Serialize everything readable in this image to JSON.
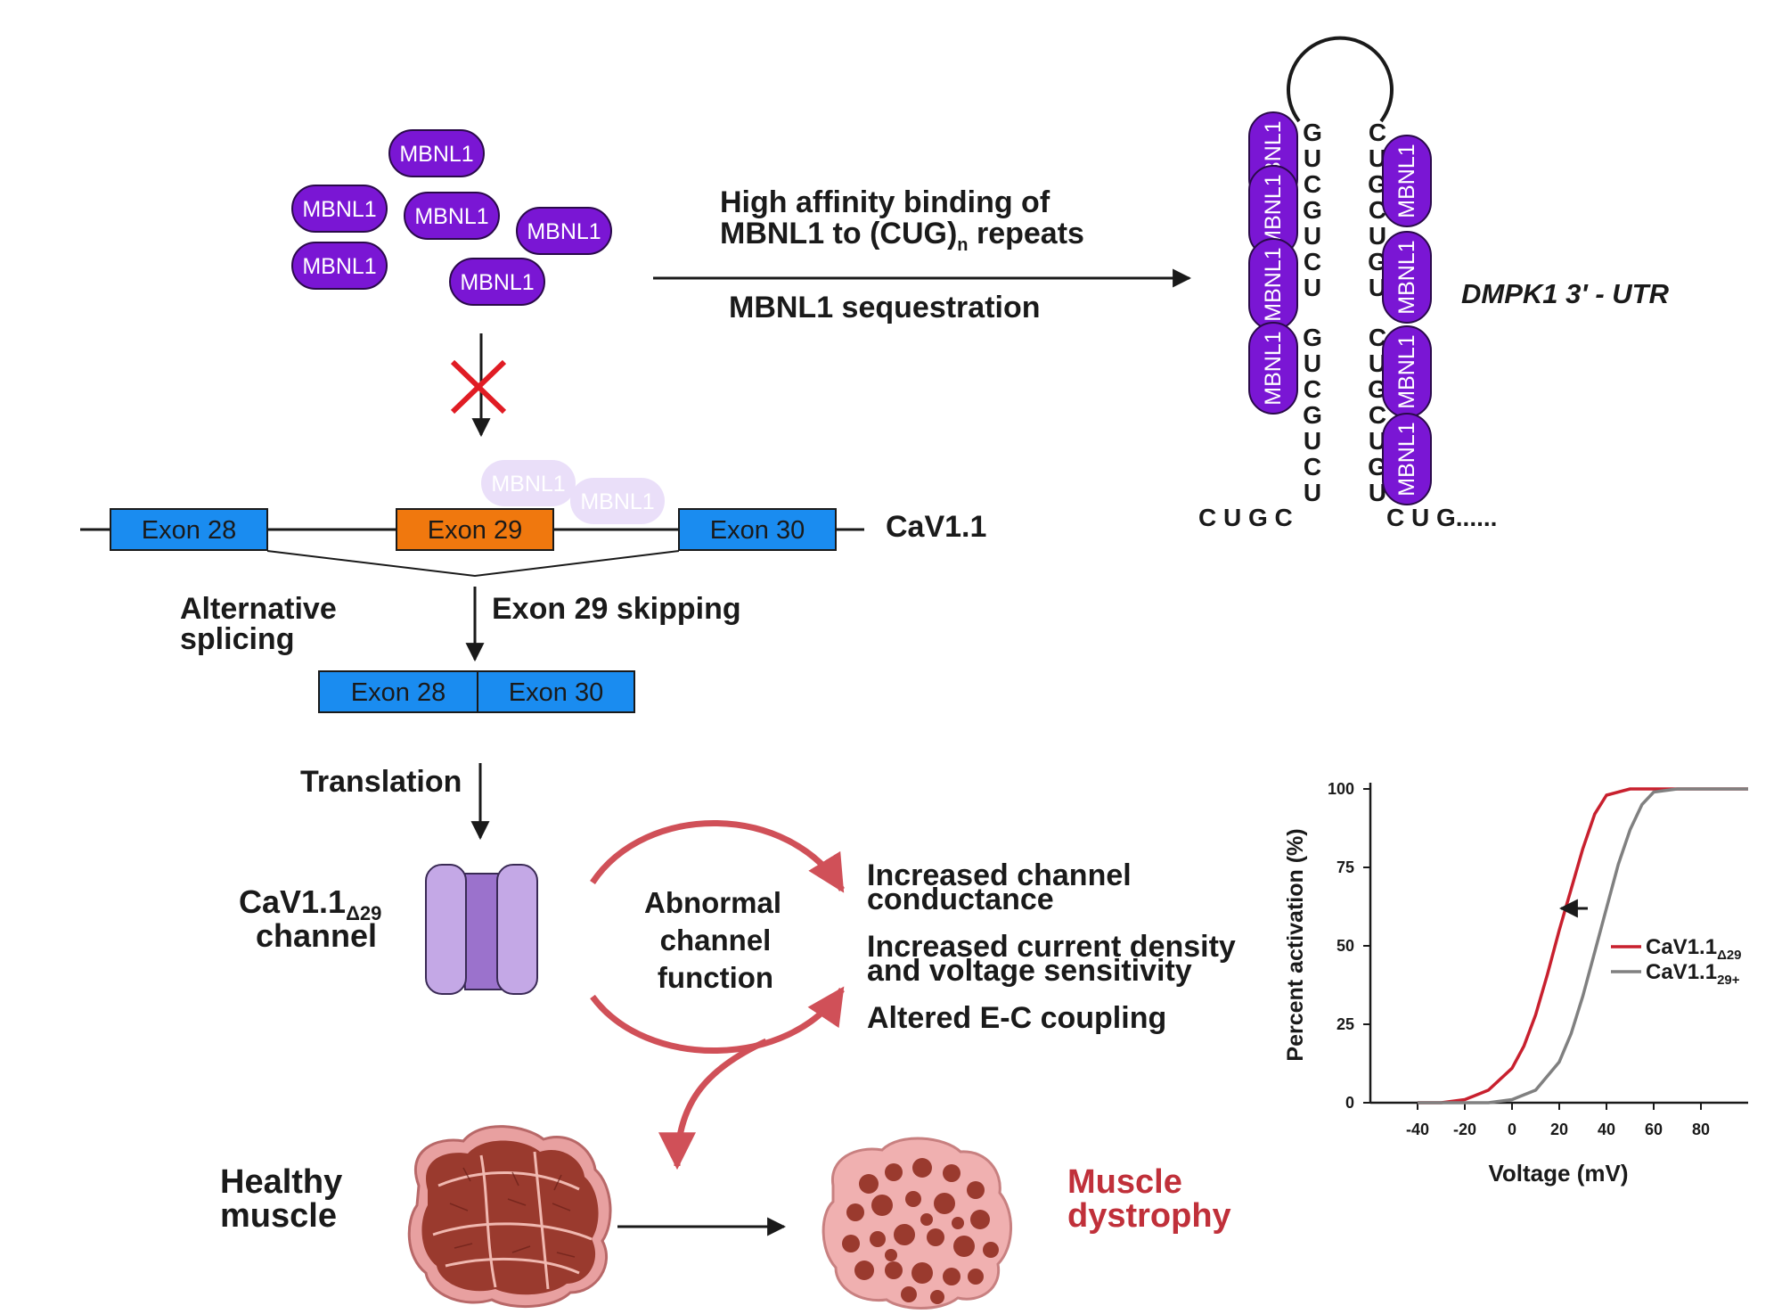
{
  "protein": "MBNL1",
  "top_arrow": {
    "line1": "High affinity binding of",
    "line2_a": "MBNL1 to (CUG)",
    "line2_sub": "n",
    "line2_b": " repeats",
    "below": "MBNL1 sequestration"
  },
  "hairpin": {
    "left_upper": [
      "G",
      "U",
      "C",
      "G",
      "U",
      "C",
      "U"
    ],
    "left_lower": [
      "G",
      "U",
      "C",
      "G",
      "U",
      "C",
      "U"
    ],
    "right_upper": [
      "C",
      "U",
      "G",
      "C",
      "U",
      "G",
      "U"
    ],
    "right_lower": [
      "C",
      "U",
      "G",
      "C",
      "U",
      "G",
      "U"
    ],
    "tail_left": "C U G C",
    "tail_right": "C U G......",
    "label": "DMPK1 3' - UTR"
  },
  "gene": {
    "name": "CaV1.1",
    "exon28": "Exon 28",
    "exon29": "Exon 29",
    "exon30": "Exon 30"
  },
  "splicing": {
    "alt1": "Alternative",
    "alt2": "splicing",
    "skip": "Exon 29 skipping",
    "mrna_exon28": "Exon 28",
    "mrna_exon30": "Exon 30"
  },
  "translation": "Translation",
  "channel": {
    "name": "CaV1.1",
    "sub": "Δ29",
    "line2": "channel"
  },
  "cycle": {
    "line1": "Abnormal",
    "line2": "channel",
    "line3": "function"
  },
  "effects": {
    "e1a": "Increased channel",
    "e1b": "conductance",
    "e2a": "Increased current density",
    "e2b": "and voltage sensitivity",
    "e3": "Altered E-C coupling"
  },
  "muscle": {
    "healthy1": "Healthy",
    "healthy2": "muscle",
    "dys1": "Muscle",
    "dys2": "dystrophy"
  },
  "colors": {
    "mbnl1": "#7a16d4",
    "exon_blue": "#1a8cf0",
    "exon_orange": "#f0780e",
    "red": "#c8202e",
    "gray": "#808080",
    "dystrophy_text": "#c0303a"
  },
  "chart_data": {
    "type": "line",
    "xlabel": "Voltage (mV)",
    "ylabel": "Percent activation (%)",
    "xlim": [
      -60,
      100
    ],
    "ylim": [
      0,
      100
    ],
    "x_ticks": [
      -40,
      -20,
      0,
      20,
      40,
      60,
      80
    ],
    "y_ticks": [
      0,
      25,
      50,
      75,
      100
    ],
    "legend_position": "right",
    "series": [
      {
        "name": "CaV1.1",
        "name_sub": "Δ29",
        "color": "#c8202e",
        "x": [
          -40,
          -30,
          -20,
          -10,
          0,
          5,
          10,
          15,
          20,
          25,
          30,
          35,
          40,
          50,
          60,
          70,
          80,
          90,
          100
        ],
        "y": [
          0,
          0,
          1,
          4,
          11,
          18,
          28,
          41,
          55,
          68,
          81,
          92,
          98,
          100,
          100,
          100,
          100,
          100,
          100
        ]
      },
      {
        "name": "CaV1.1",
        "name_sub": "29+",
        "color": "#808080",
        "x": [
          -40,
          -20,
          -10,
          0,
          10,
          20,
          25,
          30,
          35,
          40,
          45,
          50,
          55,
          60,
          70,
          80,
          90,
          100
        ],
        "y": [
          0,
          0,
          0,
          1,
          4,
          13,
          22,
          34,
          48,
          62,
          76,
          87,
          95,
          99,
          100,
          100,
          100,
          100
        ]
      }
    ]
  }
}
